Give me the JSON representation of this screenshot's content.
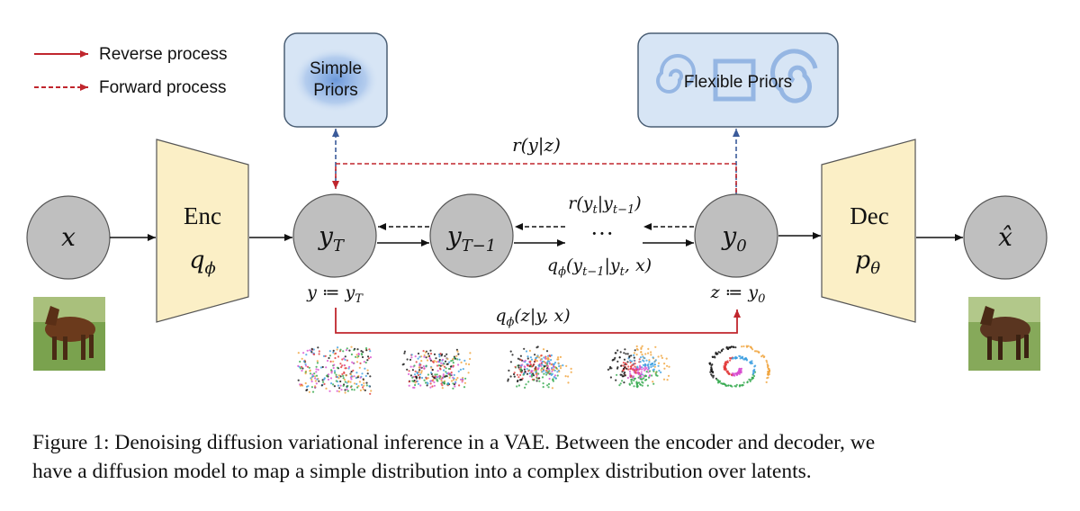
{
  "legend": {
    "reverse_label": "Reverse process",
    "forward_label": "Forward process",
    "reverse_color": "#c0262d",
    "forward_color": "#c0262d"
  },
  "priors": {
    "simple_label_line1": "Simple",
    "simple_label_line2": "Priors",
    "flexible_label": "Flexible Priors",
    "box_fill": "#d7e5f5",
    "box_stroke": "#4a5e74"
  },
  "nodes": {
    "x_label": "x",
    "yT_label": "y",
    "yT_sub": "T",
    "yTm1_label": "y",
    "yTm1_sub": "T−1",
    "ellipsis": "···",
    "y0_label": "y",
    "y0_sub": "0",
    "xhat_label": "x̂",
    "node_fill": "#bfbfbf"
  },
  "encoder": {
    "line1": "Enc",
    "line2": "q",
    "line2_sub": "ϕ",
    "fill": "#fbefc6"
  },
  "decoder": {
    "line1": "Dec",
    "line2": "p",
    "line2_sub": "θ",
    "fill": "#fbefc6"
  },
  "labels": {
    "r_y_z": "r(y|z)",
    "r_step": "r(y_t|y_{t−1})",
    "q_step": "q_ϕ(y_{t−1}|y_t, x)",
    "y_def": "y ≔ y_T",
    "z_def": "z ≔ y_0",
    "q_z": "q_ϕ(z|y, x)"
  },
  "caption": {
    "line1": "Figure 1: Denoising diffusion variational inference in a VAE. Between the encoder and decoder, we",
    "line2": "have a diffusion model to map a simple distribution into a complex distribution over latents."
  }
}
